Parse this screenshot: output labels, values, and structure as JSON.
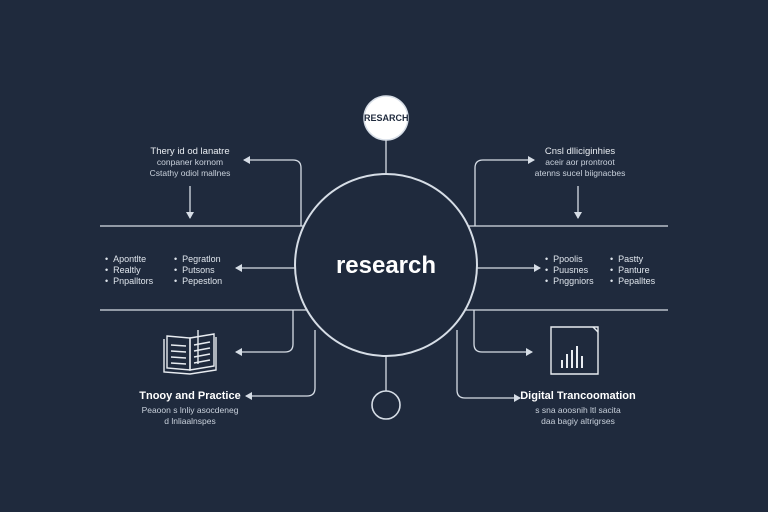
{
  "center": {
    "label": "research"
  },
  "top_node": {
    "label": "RESARCH"
  },
  "top_left_note": {
    "lines": [
      "Thery id od lanatre",
      "conpaner kornom",
      "Cstathy odiol mallnes"
    ]
  },
  "top_right_note": {
    "lines": [
      "Cnsl dlliciginhies",
      "aceir aor prontroot",
      "atenns sucel biignacbes"
    ]
  },
  "left_bullets": {
    "col1": [
      "Apontlte",
      "Realtly",
      "Pnpalltors"
    ],
    "col2": [
      "Pegratlon",
      "Putsons",
      "Pepestlon"
    ]
  },
  "right_bullets": {
    "col1": [
      "Ppoolis",
      "Puusnes",
      "Pnggniors"
    ],
    "col2": [
      "Pastty",
      "Panture",
      "Pepalltes"
    ]
  },
  "bottom_left": {
    "title": "Tnooy and Practice",
    "lines": [
      "Peaoon s lnliy asocdeneg",
      "d lnliaalnspes"
    ]
  },
  "bottom_right": {
    "title": "Digital Trancoomation",
    "lines": [
      "s sna aoosnih ltl sacita",
      "daa bagiy altrigrses"
    ]
  },
  "colors": {
    "background": "#1f2a3d",
    "line": "#d6dde6",
    "circle_fill": "#1f2a3d",
    "top_node_fill": "#ffffff"
  },
  "icons": {
    "bottom_left": "open-book-icon",
    "bottom_right": "bar-chart-icon"
  }
}
